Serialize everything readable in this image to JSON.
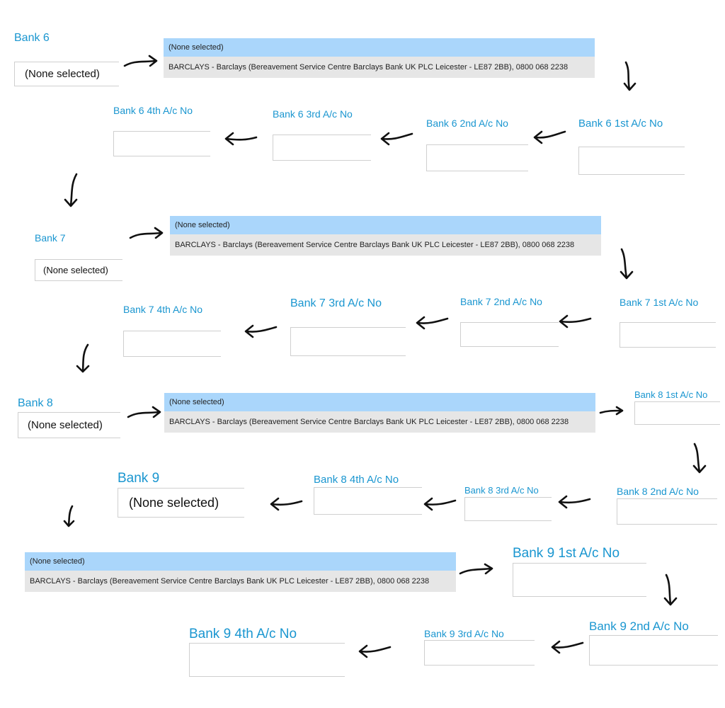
{
  "none_selected": "(None selected)",
  "barclays_option": "BARCLAYS - Barclays (Bereavement Service Centre Barclays Bank UK PLC Leicester - LE87 2BB), 0800 068 2238",
  "bank6": {
    "label": "Bank 6",
    "acc1": "Bank 6 1st A/c No",
    "acc2": "Bank 6 2nd A/c No",
    "acc3": "Bank 6 3rd A/c No",
    "acc4": "Bank 6 4th A/c No"
  },
  "bank7": {
    "label": "Bank 7",
    "acc1": "Bank 7 1st A/c No",
    "acc2": "Bank 7 2nd A/c No",
    "acc3": "Bank 7 3rd A/c No",
    "acc4": "Bank 7 4th A/c No"
  },
  "bank8": {
    "label": "Bank 8",
    "acc1": "Bank 8 1st A/c No",
    "acc2": "Bank 8 2nd A/c No",
    "acc3": "Bank 8 3rd A/c No",
    "acc4": "Bank 8 4th A/c No"
  },
  "bank9": {
    "label": "Bank 9",
    "acc1": "Bank 9 1st A/c No",
    "acc2": "Bank 9 2nd A/c No",
    "acc3": "Bank 9 3rd A/c No",
    "acc4": "Bank 9 4th A/c No"
  },
  "colors": {
    "label": "#1a96d0",
    "dropdown_highlight": "#aad6fb",
    "dropdown_option": "#e6e6e6",
    "border": "#cfcfcf",
    "arrow": "#111111"
  }
}
